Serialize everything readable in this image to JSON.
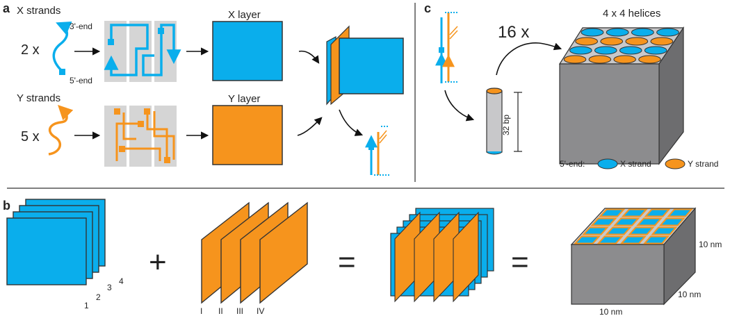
{
  "colors": {
    "x": "#0aaeec",
    "y": "#f6941d",
    "gray": "#8c8c8e",
    "grayLight": "#c8c8ca",
    "grayDark": "#6d6d6f",
    "bg": "#d5d5d5",
    "stroke": "#333333"
  },
  "panel_a": {
    "letter": "a",
    "x_strands_title": "X strands",
    "x_count": "2 x",
    "x_end3": "3'-end",
    "x_end5": "5'-end",
    "x_layer_title": "X layer",
    "y_strands_title": "Y strands",
    "y_count": "5 x",
    "y_layer_title": "Y layer"
  },
  "panel_b": {
    "letter": "b",
    "x_layer_numbers": [
      "1",
      "2",
      "3",
      "4"
    ],
    "y_layer_numerals": [
      "I",
      "II",
      "III",
      "IV"
    ],
    "plus": "+",
    "equals": "=",
    "dims": [
      "10 nm",
      "10 nm",
      "10 nm"
    ]
  },
  "panel_c": {
    "letter": "c",
    "multiplier": "16 x",
    "helices_title": "4 x 4 helices",
    "length": "32 bp",
    "legend_label": "5'-end:",
    "legend_x": "X strand",
    "legend_y": "Y strand"
  }
}
